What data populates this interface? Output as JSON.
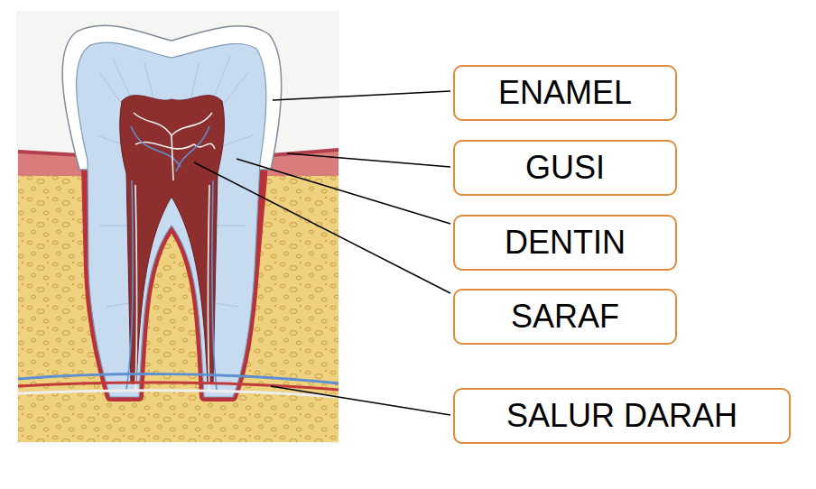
{
  "diagram": {
    "nodes": [
      {
        "text": [
          "ENAMEL"
        ]
      },
      {
        "text": [
          "GUSI"
        ]
      },
      {
        "text": [
          "DENTIN"
        ]
      },
      {
        "text": [
          "SARAF"
        ]
      },
      {
        "text": [
          "SALUR DARAH"
        ]
      }
    ]
  }
}
